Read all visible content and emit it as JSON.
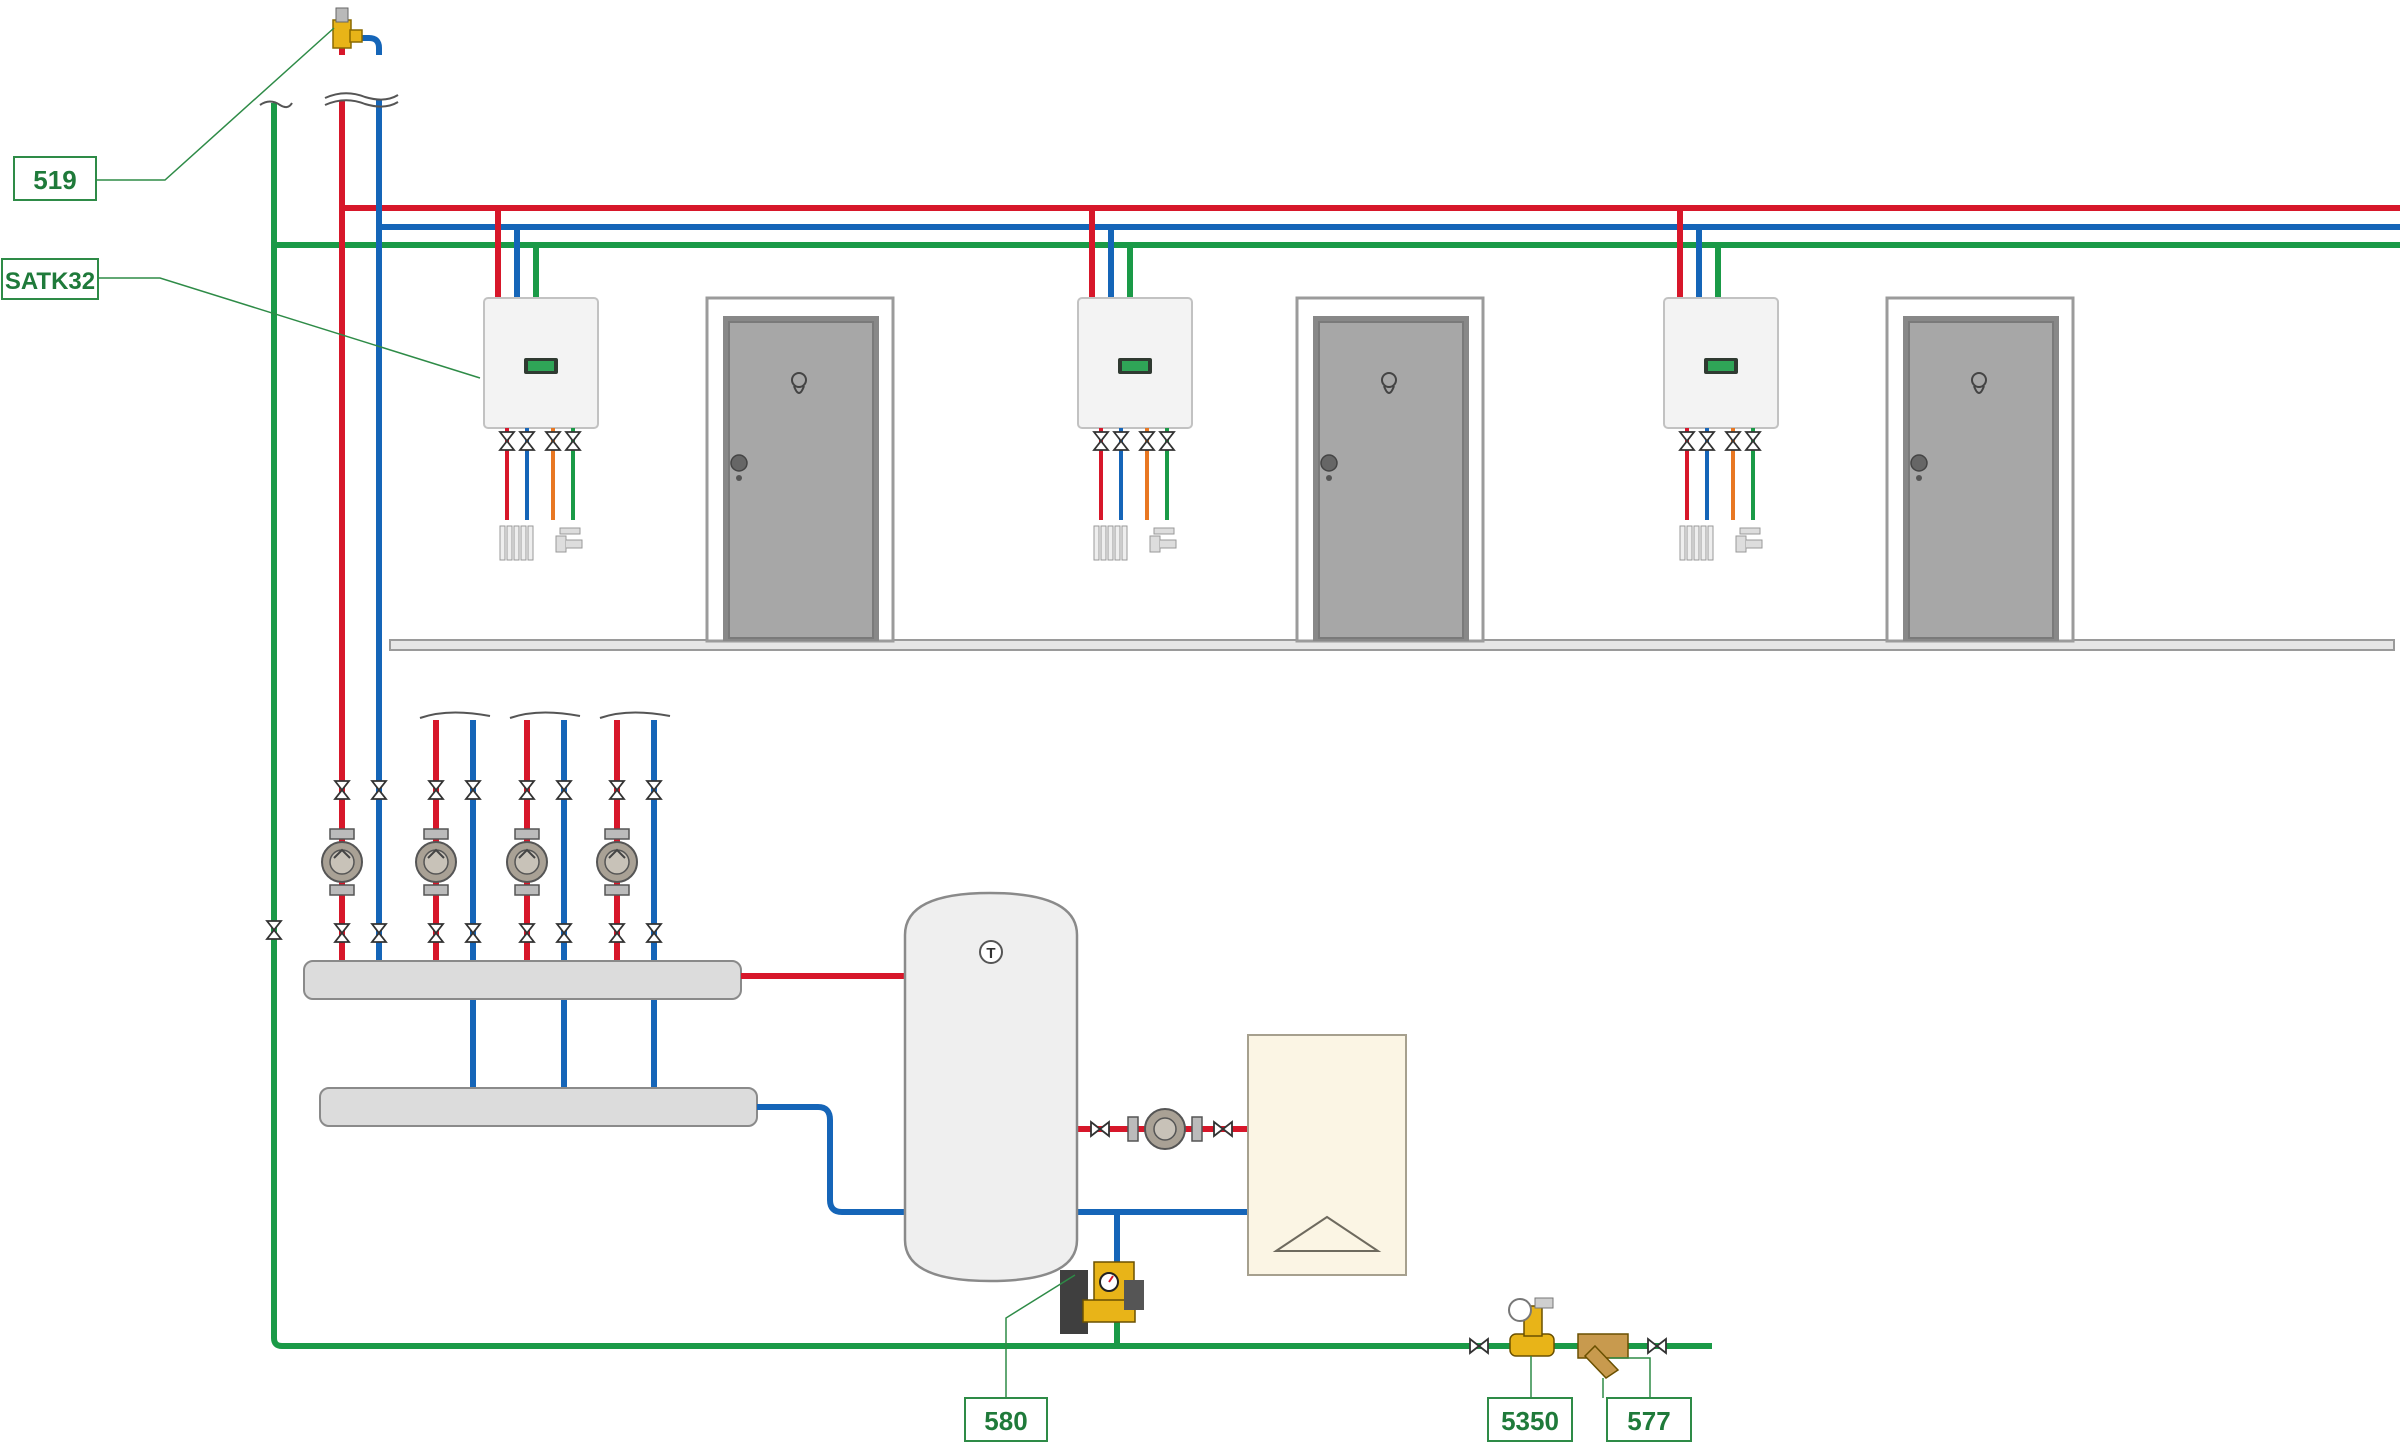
{
  "labels": {
    "l519": "519",
    "satk32": "SATK32",
    "l580": "580",
    "l5350": "5350",
    "l577": "577"
  },
  "colors": {
    "supply": "#d7172a",
    "return": "#1565b8",
    "cold_water": "#1a9a47",
    "hot_water": "#e87722",
    "label_border": "#2e8b47",
    "label_text": "#1f7a3a",
    "door": "#a8a8a8",
    "boiler_fill": "#fbf5e4",
    "brass": "#e8b418"
  },
  "icons": {
    "meter_unit": "heat-interface-unit-icon",
    "door": "door-icon",
    "pump": "circulator-pump-icon",
    "valve": "ball-valve-icon",
    "radiator": "radiator-icon",
    "tap": "tap-icon",
    "tank": "storage-tank-icon",
    "thermometer": "thermometer-icon",
    "boiler": "boiler-icon"
  },
  "tank": {
    "thermometer_label": "T"
  }
}
